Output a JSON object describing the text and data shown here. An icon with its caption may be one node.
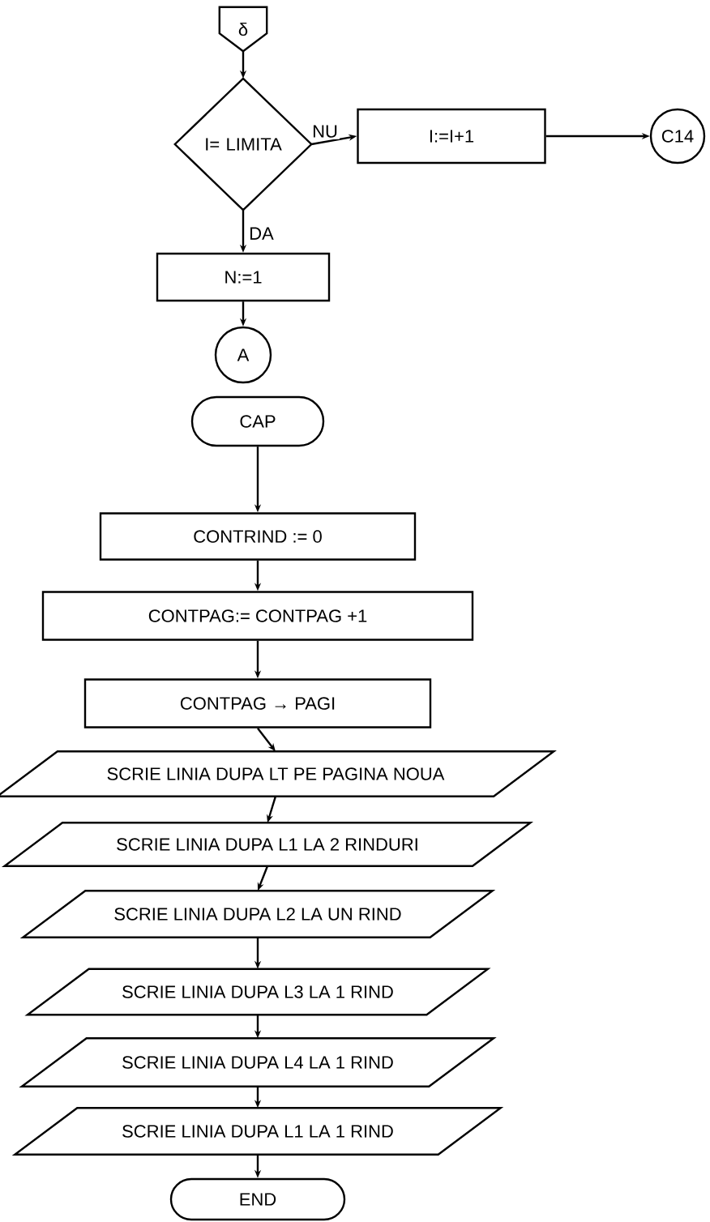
{
  "diagram": {
    "nodes": [
      {
        "text": [
          "δ"
        ]
      },
      {
        "text": [
          "I= LIMITA"
        ]
      },
      {
        "text": [
          "I:=I+1"
        ]
      },
      {
        "text": [
          "C14"
        ]
      },
      {
        "text": [
          "N:=1"
        ]
      },
      {
        "text": [
          "A"
        ]
      },
      {
        "text": [
          "CAP"
        ]
      },
      {
        "text": [
          "CONTRIND := 0"
        ]
      },
      {
        "text": [
          "CONTPAG:= CONTPAG +1"
        ]
      },
      {
        "text": [
          "CONTPAG → PAGI"
        ]
      },
      {
        "text": [
          "SCRIE LINIA DUPA LT PE PAGINA NOUA"
        ]
      },
      {
        "text": [
          "SCRIE LINIA DUPA L1 LA 2 RINDURI"
        ]
      },
      {
        "text": [
          "SCRIE LINIA DUPA L2 LA UN RIND"
        ]
      },
      {
        "text": [
          "SCRIE LINIA DUPA L3 LA 1 RIND"
        ]
      },
      {
        "text": [
          "SCRIE LINIA DUPA L4 LA 1 RIND"
        ]
      },
      {
        "text": [
          "SCRIE LINIA DUPA L1 LA 1 RIND"
        ]
      },
      {
        "text": [
          "END"
        ]
      }
    ],
    "edges": [
      {
        "from": 0,
        "to": 1,
        "arrow": "to"
      },
      {
        "from": 1,
        "to": 2,
        "arrow": "to",
        "label": "NU"
      },
      {
        "from": 2,
        "to": 3,
        "arrow": "to"
      },
      {
        "from": 1,
        "to": 4,
        "arrow": "to",
        "label": "DA"
      },
      {
        "from": 4,
        "to": 5,
        "arrow": "to"
      },
      {
        "from": 6,
        "to": 7,
        "arrow": "to"
      },
      {
        "from": 7,
        "to": 8,
        "arrow": "to"
      },
      {
        "from": 8,
        "to": 9,
        "arrow": "to"
      },
      {
        "from": 9,
        "to": 10,
        "arrow": "to"
      },
      {
        "from": 10,
        "to": 11,
        "arrow": "to"
      },
      {
        "from": 11,
        "to": 12,
        "arrow": "to"
      },
      {
        "from": 12,
        "to": 13,
        "arrow": "to"
      },
      {
        "from": 13,
        "to": 14,
        "arrow": "to"
      },
      {
        "from": 14,
        "to": 15,
        "arrow": "to"
      },
      {
        "from": 15,
        "to": 16,
        "arrow": "to"
      }
    ]
  }
}
